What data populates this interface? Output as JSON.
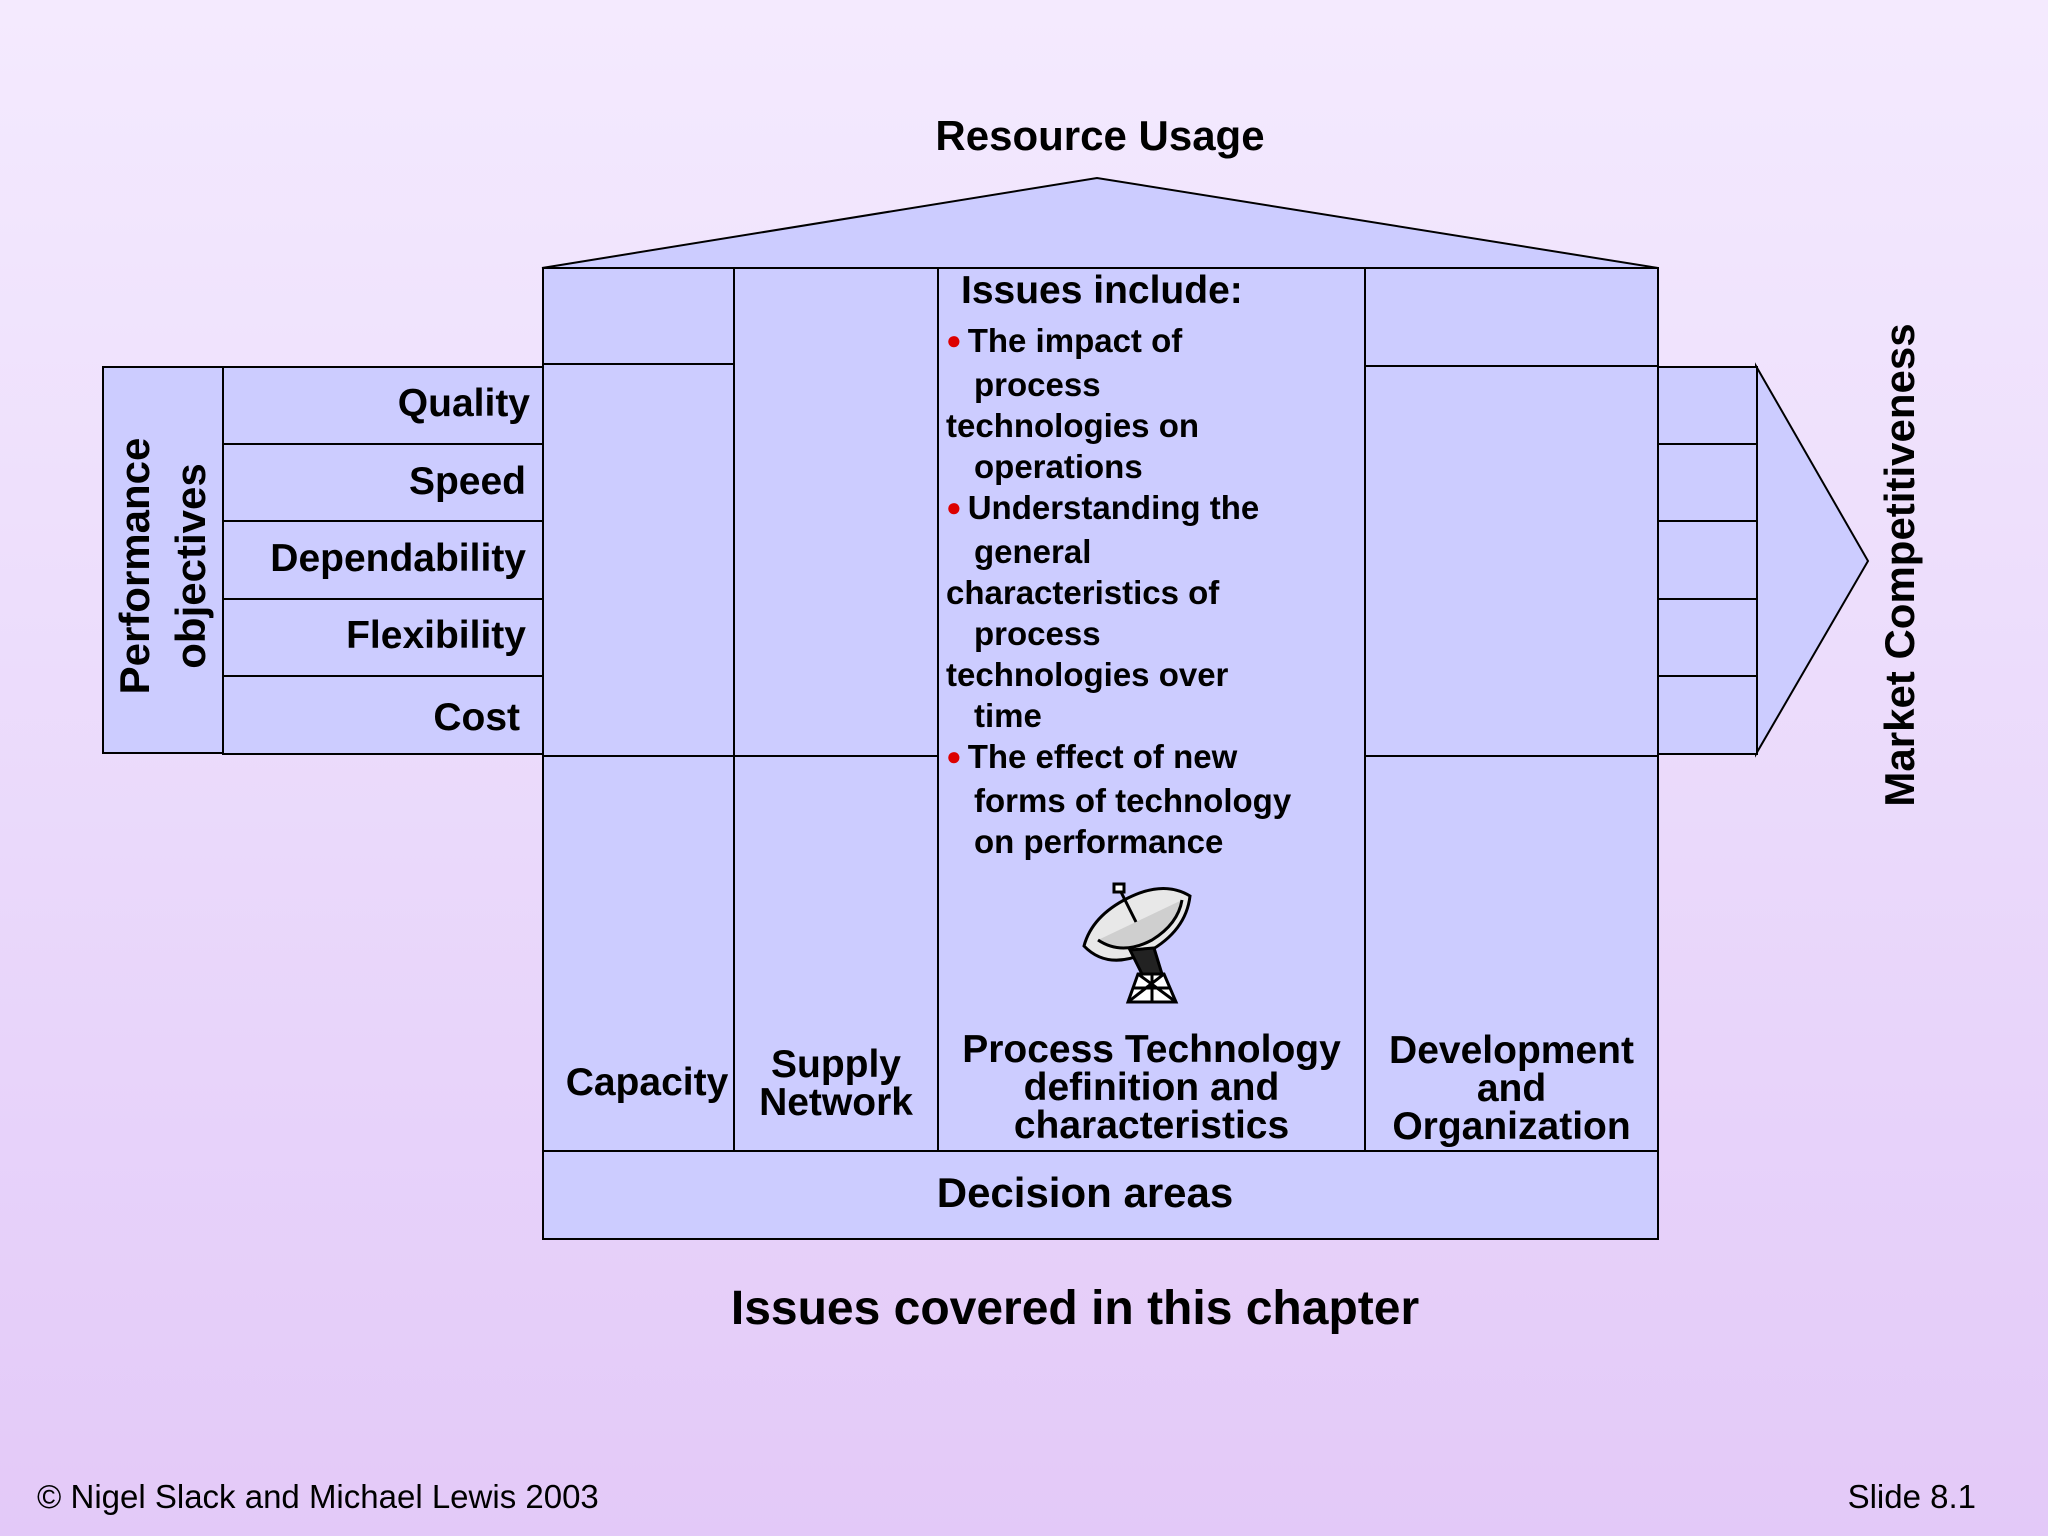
{
  "diagram": {
    "roof_label": "Resource Usage",
    "left_panel": {
      "heading_line1": "Performance",
      "heading_line2": "objectives",
      "rows": [
        "Quality",
        "Speed",
        "Dependability",
        "Flexibility",
        "Cost"
      ]
    },
    "right_label": "Market Competitiveness",
    "center_panel": {
      "heading": "Issues include:",
      "bullets": [
        [
          "The impact of",
          "process",
          "technologies on",
          "operations"
        ],
        [
          "Understanding the",
          "general",
          "characteristics of",
          "process",
          "technologies over",
          "time"
        ],
        [
          "The effect of new",
          "forms of technology",
          "on performance"
        ]
      ],
      "icon": "satellite-dish-icon"
    },
    "columns": [
      [
        "Capacity"
      ],
      [
        "Supply",
        "Network"
      ],
      [
        "Process Technology",
        "definition and",
        "characteristics"
      ],
      [
        "Development",
        "and",
        "Organization"
      ]
    ],
    "base_label": "Decision areas",
    "caption": "Issues covered in this chapter"
  },
  "footer": {
    "copyright": "© Nigel Slack and Michael Lewis 2003",
    "slide": "Slide 8.1"
  },
  "colors": {
    "panel_fill": "#ccccff",
    "bullet": "#dd0000",
    "outline": "#000000"
  }
}
